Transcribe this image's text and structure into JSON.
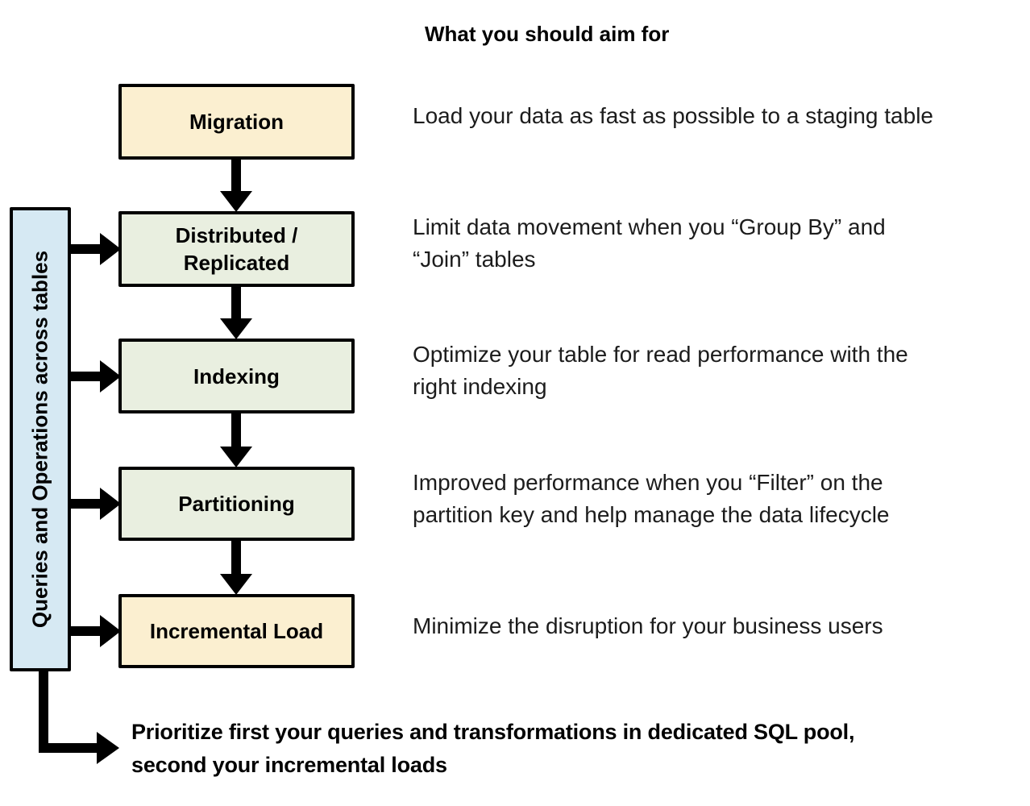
{
  "title": "What you should aim for",
  "sidebar": {
    "label": "Queries and Operations across tables"
  },
  "steps": [
    {
      "kind": "milestone",
      "label": "Migration",
      "description": "Load your data as fast as possible to a staging table"
    },
    {
      "kind": "process",
      "label": "Distributed /\nReplicated",
      "description": "Limit data movement when you “Group By” and\n“Join” tables"
    },
    {
      "kind": "process",
      "label": "Indexing",
      "description": "Optimize your table for read performance with the\nright indexing"
    },
    {
      "kind": "process",
      "label": "Partitioning",
      "description": "Improved performance when you “Filter” on the\npartition key and help manage the data lifecycle"
    },
    {
      "kind": "milestone",
      "label": "Incremental Load",
      "description": "Minimize the disruption for your business users"
    }
  ],
  "footer": {
    "note": "Prioritize first your queries and transformations in dedicated SQL pool,\nsecond your incremental loads"
  },
  "colors": {
    "milestone_fill": "#FBEFD0",
    "process_fill": "#E9EFE0",
    "sidebar_fill": "#D6E9F3",
    "line": "#000000",
    "text": "#1C1C1C"
  }
}
